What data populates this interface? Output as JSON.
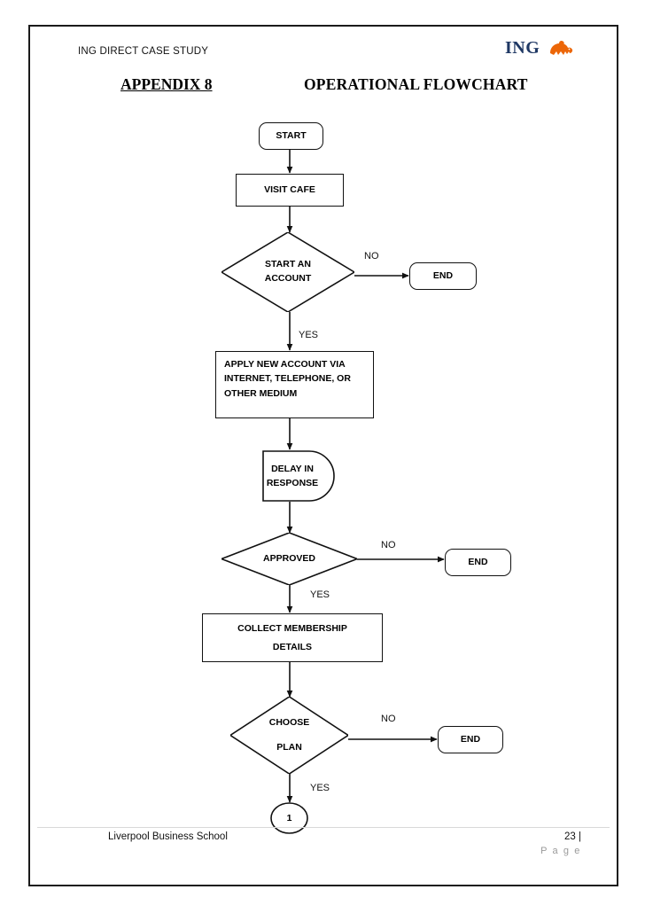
{
  "header": {
    "doc_label": "ING DIRECT CASE STUDY",
    "logo_text": "ING",
    "logo_icon": "ing-lion-icon",
    "logo_color": "#1f3864",
    "logo_accent_color": "#ec6608"
  },
  "titles": {
    "appendix": "APPENDIX 8",
    "chart": "OPERATIONAL FLOWCHART"
  },
  "flowchart": {
    "nodes": {
      "start": "START",
      "visit_cafe": "VISIT CAFE",
      "start_account_l1": "START AN",
      "start_account_l2": "ACCOUNT",
      "end_1": "END",
      "apply_l1": "APPLY NEW ACCOUNT VIA",
      "apply_l2": "INTERNET, TELEPHONE, OR",
      "apply_l3": "OTHER MEDIUM",
      "delay_l1": "DELAY IN",
      "delay_l2": "RESPONSE",
      "approved": "APPROVED",
      "end_2": "END",
      "collect_l1": "COLLECT MEMBERSHIP",
      "collect_l2": "DETAILS",
      "choose_l1": "CHOOSE",
      "choose_l2": "PLAN",
      "end_3": "END",
      "connector_1": "1"
    },
    "branches": {
      "no_1": "NO",
      "yes_1": "YES",
      "no_2": "NO",
      "yes_2": "YES",
      "no_3": "NO",
      "yes_3": "YES"
    }
  },
  "footer": {
    "left": "Liverpool Business School",
    "page_number": "23 |",
    "page_word": "P a g e"
  }
}
